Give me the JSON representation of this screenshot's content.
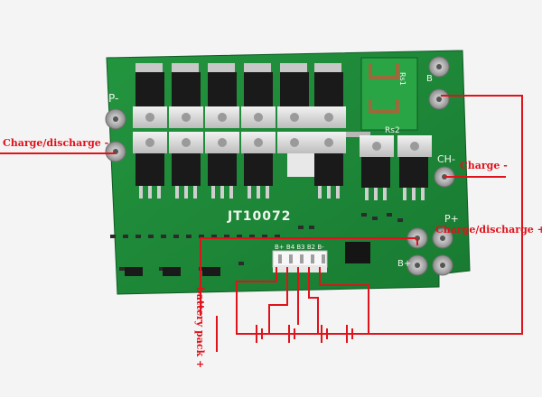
{
  "board": {
    "model": "JT10072",
    "silkscreen": {
      "p_minus": "P-",
      "b_plus": "B",
      "ch_minus": "CH-",
      "p_plus": "P+",
      "b_plus_lower": "B+",
      "rs2": "Rs2",
      "rs1": "Rs1",
      "balance_header": "B+ B4 B3 B2 B-"
    }
  },
  "annotations": {
    "charge_discharge_minus": "Charge/discharge -",
    "charge_minus": "Charge -",
    "charge_discharge_plus": "Charge/discharge +",
    "battery_pack_plus": "battery pack +"
  },
  "colors": {
    "pcb": "#1e8a3a",
    "pcb_dark": "#14692b",
    "wire": "#e0121b",
    "background": "#f4f4f4"
  }
}
